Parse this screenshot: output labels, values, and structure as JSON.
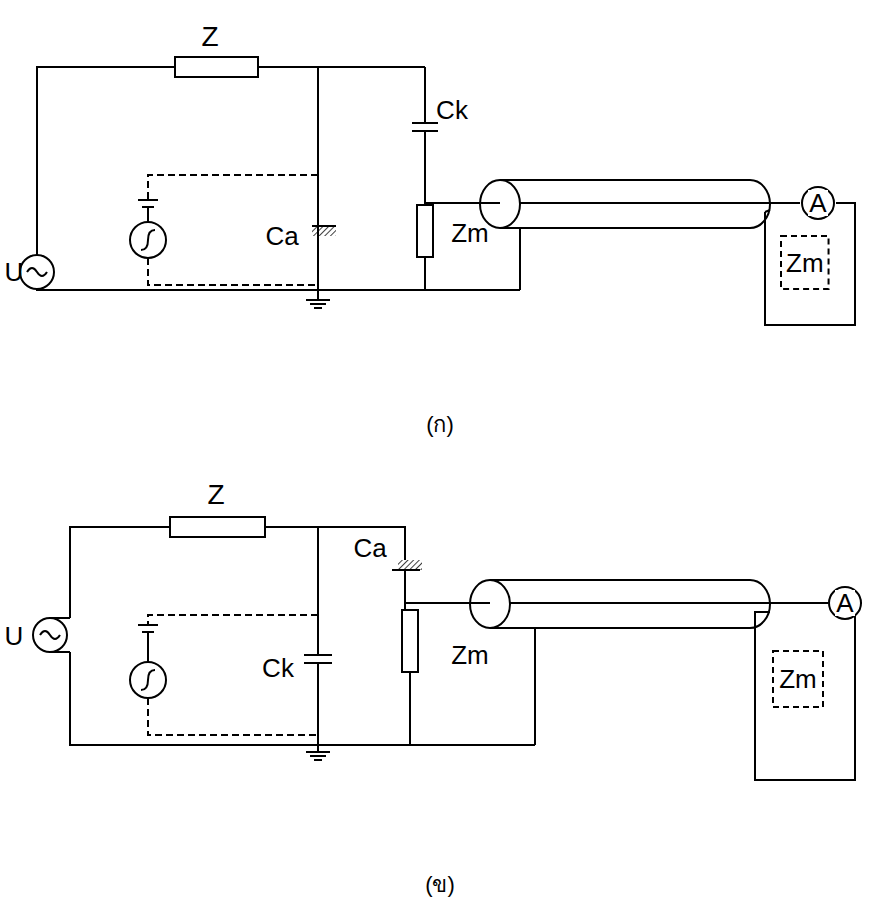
{
  "diagram": {
    "nodes": [
      {
        "text": [
          "A"
        ]
      },
      {
        "text": [
          "Zm"
        ]
      },
      {
        "text": [
          "A"
        ]
      },
      {
        "text": [
          "Zm"
        ]
      }
    ],
    "labels": [
      "Z",
      "U",
      "Ck",
      "Ca",
      "Zm",
      "(ก)",
      "Z",
      "Ca",
      "U",
      "Ck",
      "Zm",
      "(ข)"
    ]
  }
}
